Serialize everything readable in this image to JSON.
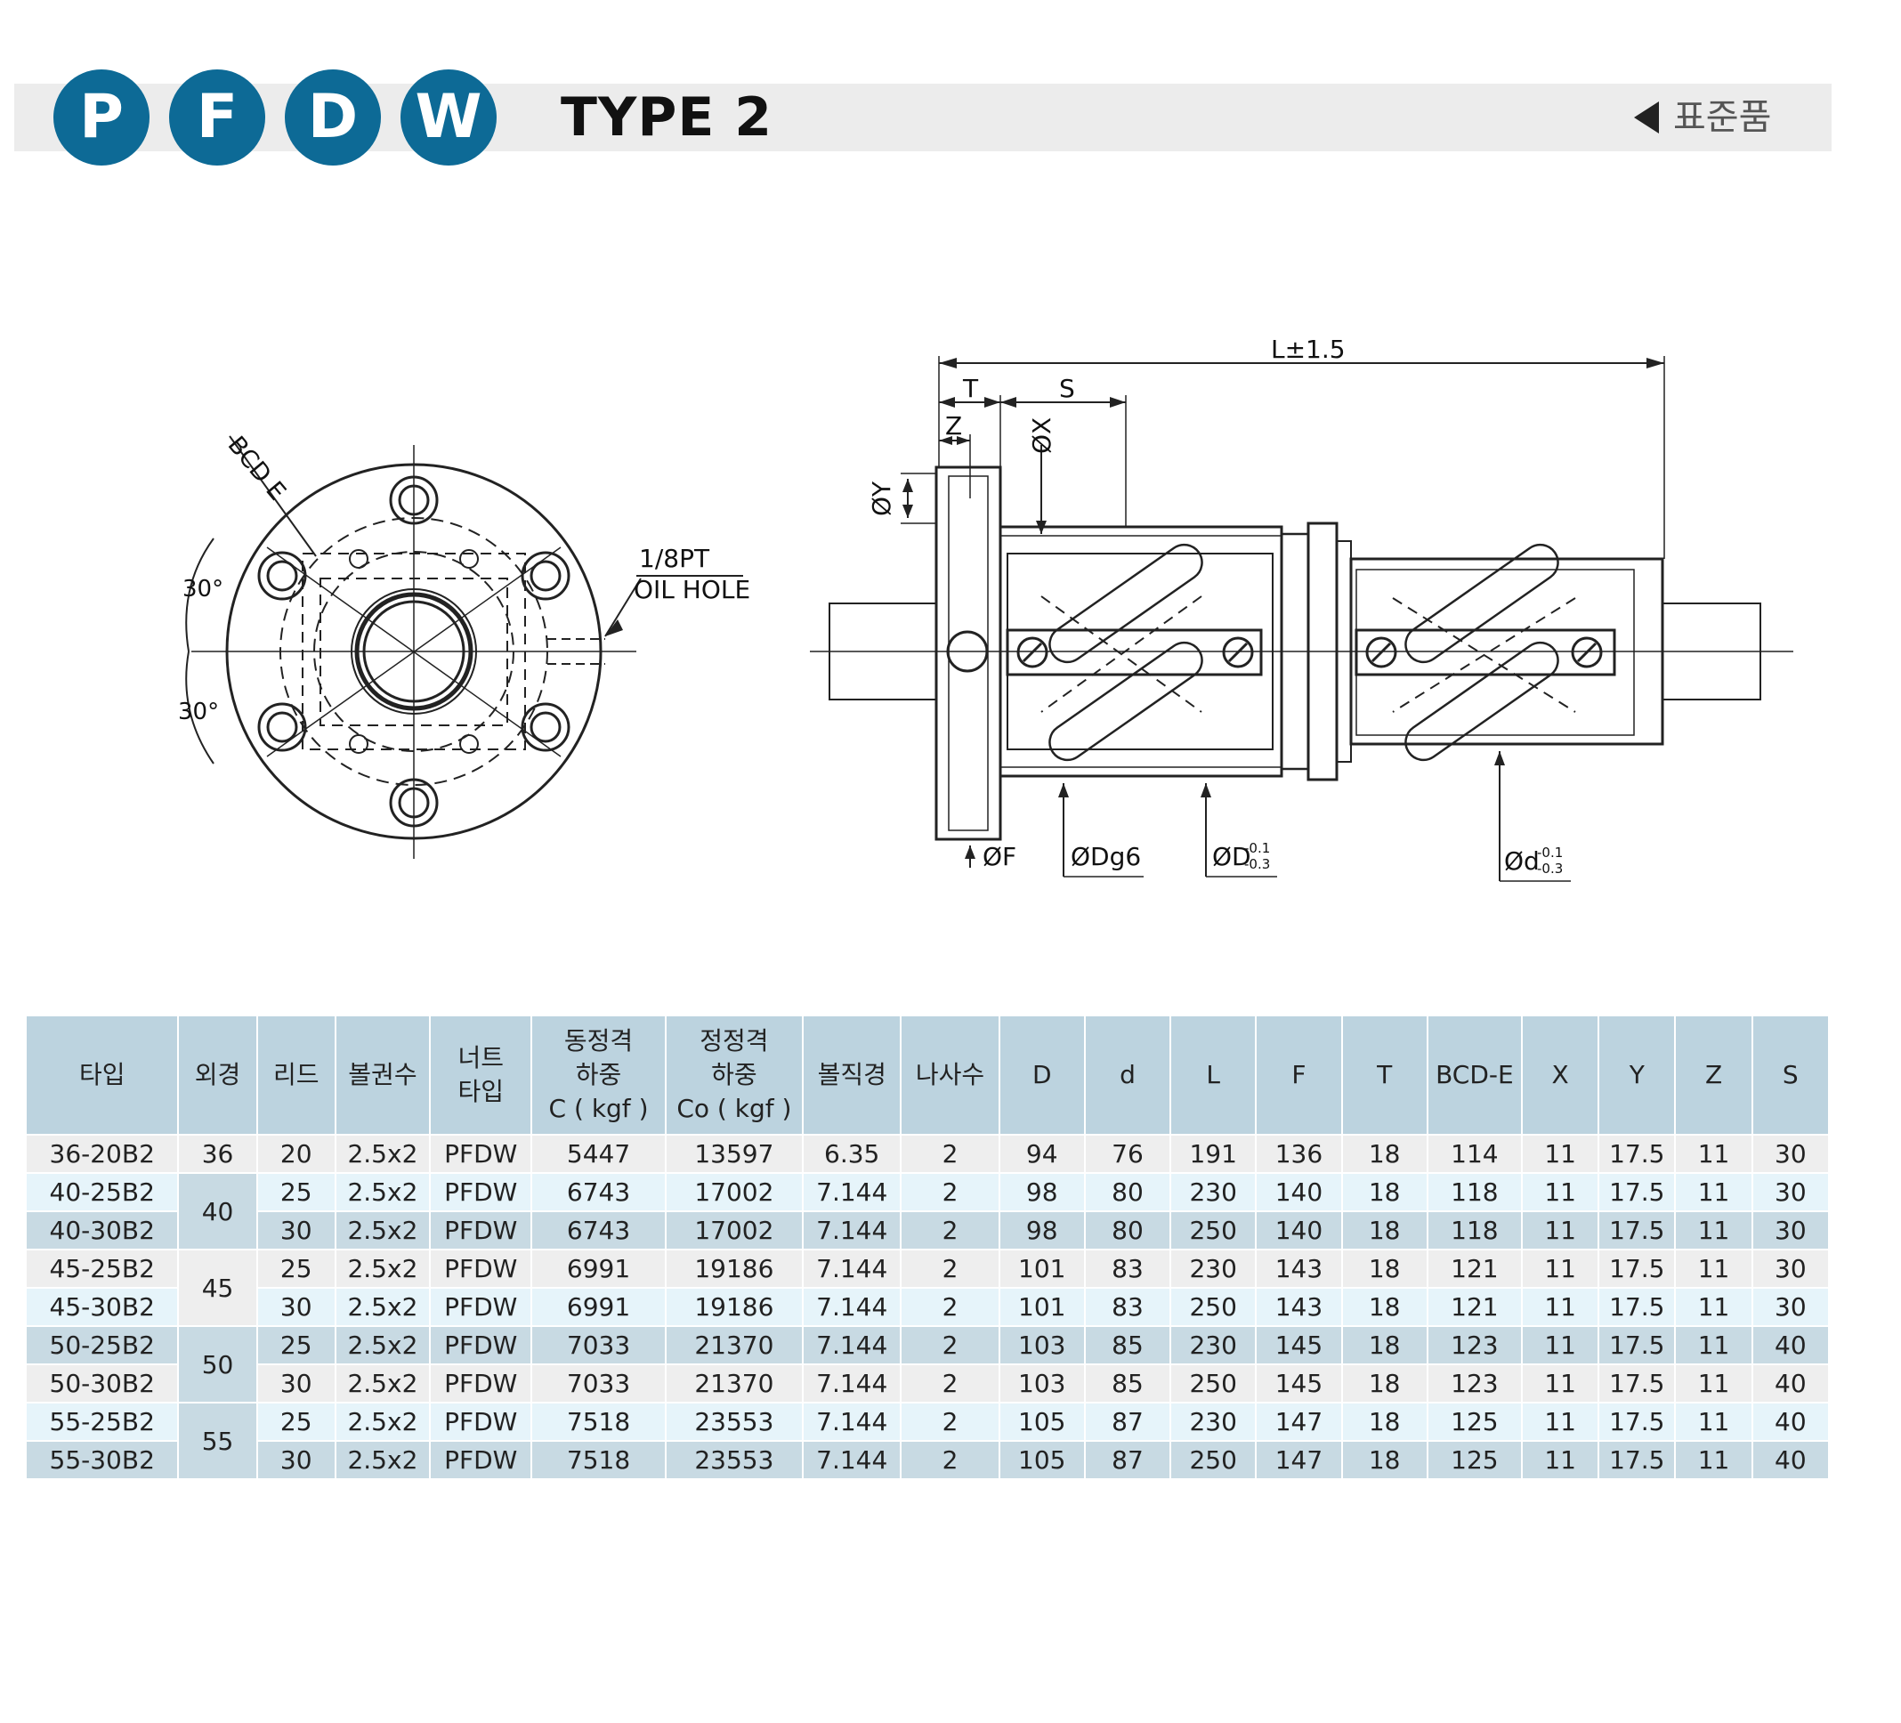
{
  "header": {
    "badges": [
      "P",
      "F",
      "D",
      "W"
    ],
    "title": "TYPE 2",
    "standard_label": "표준품",
    "colors": {
      "badge": "#0d6a96",
      "bar": "#ececec",
      "table_header": "#bcd3df"
    }
  },
  "drawing": {
    "labels": {
      "bcd": "BCD E",
      "angle_top": "30°",
      "angle_bottom": "30°",
      "oil_hole_1": "1/8PT",
      "oil_hole_2": "OIL HOLE",
      "length": "L±1.5",
      "t": "T",
      "s": "S",
      "z": "Z",
      "x": "ØX",
      "y": "ØY",
      "f": "ØF",
      "dg6": "ØDg6",
      "d_outer": "ØD",
      "d_outer_tol_up": "-0.1",
      "d_outer_tol_low": "-0.3",
      "d_inner": "Ød",
      "d_inner_tol_up": "-0.1",
      "d_inner_tol_low": "-0.3"
    }
  },
  "table": {
    "headers": [
      [
        "타입"
      ],
      [
        "외경"
      ],
      [
        "리드"
      ],
      [
        "볼권수"
      ],
      [
        "너트",
        "타입"
      ],
      [
        "동정격",
        "하중",
        "C ( kgf )"
      ],
      [
        "정정격",
        "하중",
        "Co ( kgf )"
      ],
      [
        "볼직경"
      ],
      [
        "나사수"
      ],
      [
        "D"
      ],
      [
        "d"
      ],
      [
        "L"
      ],
      [
        "F"
      ],
      [
        "T"
      ],
      [
        "BCD-E"
      ],
      [
        "X"
      ],
      [
        "Y"
      ],
      [
        "Z"
      ],
      [
        "S"
      ]
    ],
    "rows": [
      [
        "36-20B2",
        "36",
        "20",
        "2.5x2",
        "PFDW",
        "5447",
        "13597",
        "6.35",
        "2",
        "94",
        "76",
        "191",
        "136",
        "18",
        "114",
        "11",
        "17.5",
        "11",
        "30"
      ],
      [
        "40-25B2",
        "40",
        "25",
        "2.5x2",
        "PFDW",
        "6743",
        "17002",
        "7.144",
        "2",
        "98",
        "80",
        "230",
        "140",
        "18",
        "118",
        "11",
        "17.5",
        "11",
        "30"
      ],
      [
        "40-30B2",
        "",
        "30",
        "2.5x2",
        "PFDW",
        "6743",
        "17002",
        "7.144",
        "2",
        "98",
        "80",
        "250",
        "140",
        "18",
        "118",
        "11",
        "17.5",
        "11",
        "30"
      ],
      [
        "45-25B2",
        "45",
        "25",
        "2.5x2",
        "PFDW",
        "6991",
        "19186",
        "7.144",
        "2",
        "101",
        "83",
        "230",
        "143",
        "18",
        "121",
        "11",
        "17.5",
        "11",
        "30"
      ],
      [
        "45-30B2",
        "",
        "30",
        "2.5x2",
        "PFDW",
        "6991",
        "19186",
        "7.144",
        "2",
        "101",
        "83",
        "250",
        "143",
        "18",
        "121",
        "11",
        "17.5",
        "11",
        "30"
      ],
      [
        "50-25B2",
        "50",
        "25",
        "2.5x2",
        "PFDW",
        "7033",
        "21370",
        "7.144",
        "2",
        "103",
        "85",
        "230",
        "145",
        "18",
        "123",
        "11",
        "17.5",
        "11",
        "40"
      ],
      [
        "50-30B2",
        "",
        "30",
        "2.5x2",
        "PFDW",
        "7033",
        "21370",
        "7.144",
        "2",
        "103",
        "85",
        "250",
        "145",
        "18",
        "123",
        "11",
        "17.5",
        "11",
        "40"
      ],
      [
        "55-25B2",
        "55",
        "25",
        "2.5x2",
        "PFDW",
        "7518",
        "23553",
        "7.144",
        "2",
        "105",
        "87",
        "230",
        "147",
        "18",
        "125",
        "11",
        "17.5",
        "11",
        "40"
      ],
      [
        "55-30B2",
        "",
        "30",
        "2.5x2",
        "PFDW",
        "7518",
        "23553",
        "7.144",
        "2",
        "105",
        "87",
        "250",
        "147",
        "18",
        "125",
        "11",
        "17.5",
        "11",
        "40"
      ]
    ]
  }
}
